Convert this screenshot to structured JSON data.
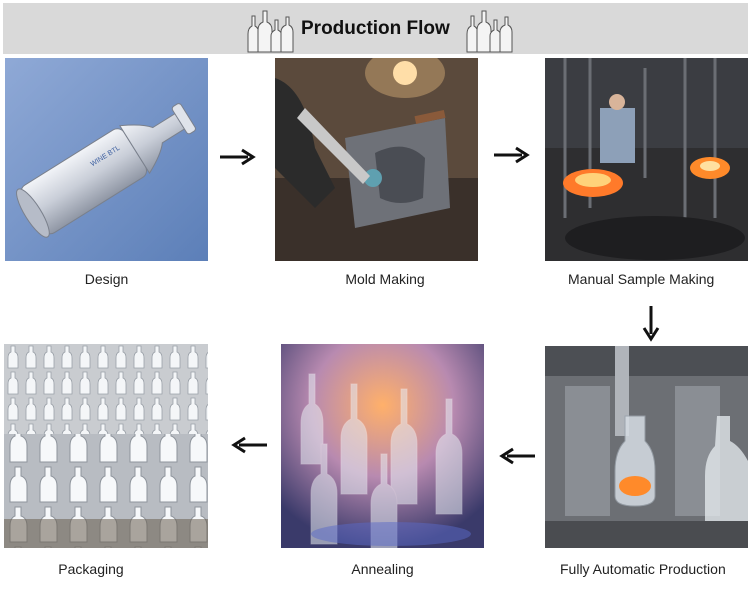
{
  "header": {
    "title": "Production Flow"
  },
  "steps": [
    {
      "label": "Design",
      "icon": "bottle-cad-render"
    },
    {
      "label": "Mold Making",
      "icon": "mold-machining-photo"
    },
    {
      "label": "Manual Sample Making",
      "icon": "furnace-workshop-photo"
    },
    {
      "label": "Fully Automatic Production",
      "icon": "forming-machine-photo"
    },
    {
      "label": "Annealing",
      "icon": "annealing-lehr-photo"
    },
    {
      "label": "Packaging",
      "icon": "bottle-rows-photo"
    }
  ],
  "colors": {
    "header_bg": "#d9d9d9",
    "cad_blue": "#6f8fc4",
    "flame_orange": "#ff8a2a"
  }
}
